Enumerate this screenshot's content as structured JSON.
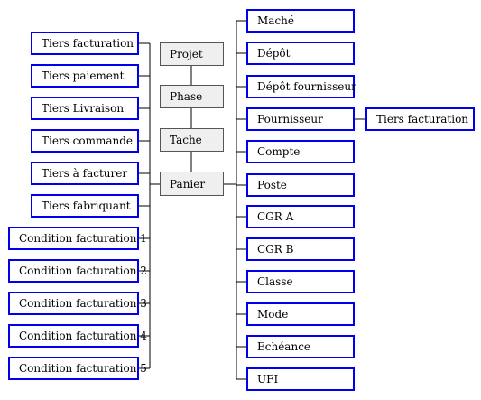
{
  "colors": {
    "box_border": "#0000ee",
    "category_fill": "#efefef",
    "category_border": "#555555",
    "connector": "#000000"
  },
  "center_nodes": [
    "Projet",
    "Phase",
    "Tache",
    "Panier"
  ],
  "left_nodes": [
    "Tiers facturation",
    "Tiers paiement",
    "Tiers Livraison",
    "Tiers commande",
    "Tiers à facturer",
    "Tiers fabriquant",
    "Condition facturation 1",
    "Condition facturation 2",
    "Condition facturation 3",
    "Condition facturation 4",
    "Condition facturation 5"
  ],
  "right_nodes": [
    "Maché",
    "Dépôt",
    "Dépôt fournisseur",
    "Fournisseur",
    "Compte",
    "Poste",
    "CGR A",
    "CGR B",
    "Classe",
    "Mode",
    "Echéance",
    "UFI"
  ],
  "sub_node": "Tiers facturation"
}
